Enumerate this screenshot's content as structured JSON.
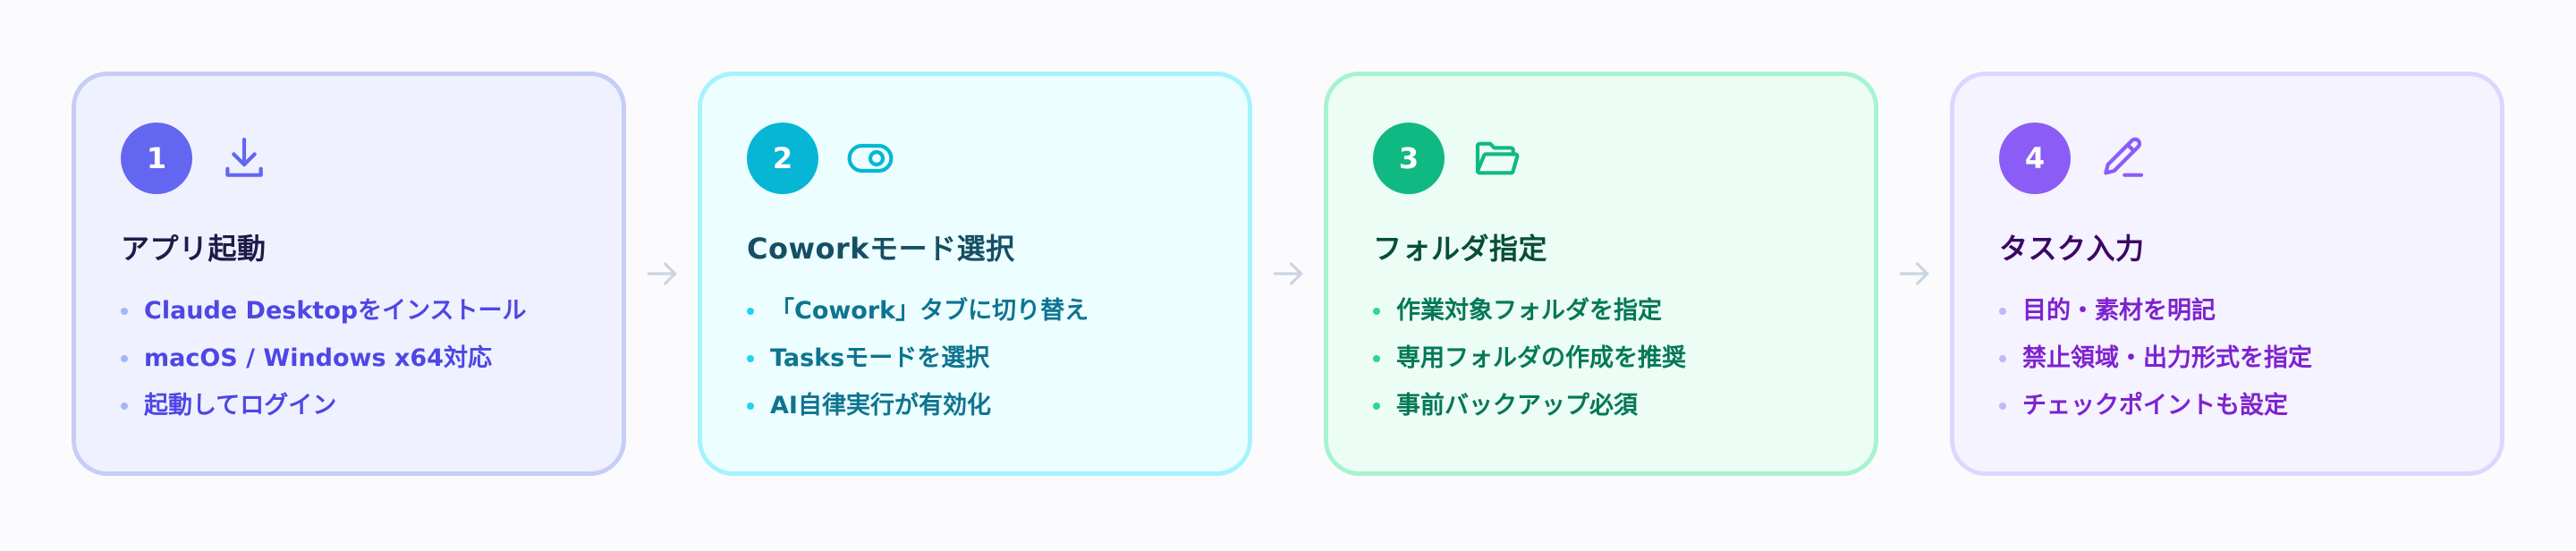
{
  "steps": [
    {
      "number": "1",
      "icon": "download-icon",
      "title": "アプリ起動",
      "bullets": [
        "Claude Desktopをインストール",
        "macOS / Windows x64対応",
        "起動してログイン"
      ],
      "colors": {
        "border": "#c6cdf6",
        "background": "#eff2fe",
        "badge": "#6366f1",
        "icon": "#6366f1",
        "title": "#1e1b4b",
        "text": "#4f46e5",
        "dot": "#a5b4fc"
      }
    },
    {
      "number": "2",
      "icon": "toggle-icon",
      "title": "Coworkモード選択",
      "bullets": [
        "「Cowork」タブに切り替え",
        "Tasksモードを選択",
        "AI自律実行が有効化"
      ],
      "colors": {
        "border": "#a5f3fc",
        "background": "#ecfeff",
        "badge": "#06b6d4",
        "icon": "#06b6d4",
        "title": "#164e63",
        "text": "#0e7490",
        "dot": "#22d3ee"
      }
    },
    {
      "number": "3",
      "icon": "folder-open-icon",
      "title": "フォルダ指定",
      "bullets": [
        "作業対象フォルダを指定",
        "専用フォルダの作成を推奨",
        "事前バックアップ必須"
      ],
      "colors": {
        "border": "#a7f3d0",
        "background": "#ecfdf5",
        "badge": "#10b981",
        "icon": "#10b981",
        "title": "#064e3b",
        "text": "#047857",
        "dot": "#34d399"
      }
    },
    {
      "number": "4",
      "icon": "pencil-icon",
      "title": "タスク入力",
      "bullets": [
        "目的・素材を明記",
        "禁止領域・出力形式を指定",
        "チェックポイントも設定"
      ],
      "colors": {
        "border": "#ddd6fe",
        "background": "#f5f3ff",
        "badge": "#8b5cf6",
        "icon": "#8b5cf6",
        "title": "#3b0764",
        "text": "#7e22ce",
        "dot": "#c4b5fd"
      }
    }
  ],
  "connector": {
    "icon": "arrow-right-icon",
    "color": "#cbd5e1"
  }
}
